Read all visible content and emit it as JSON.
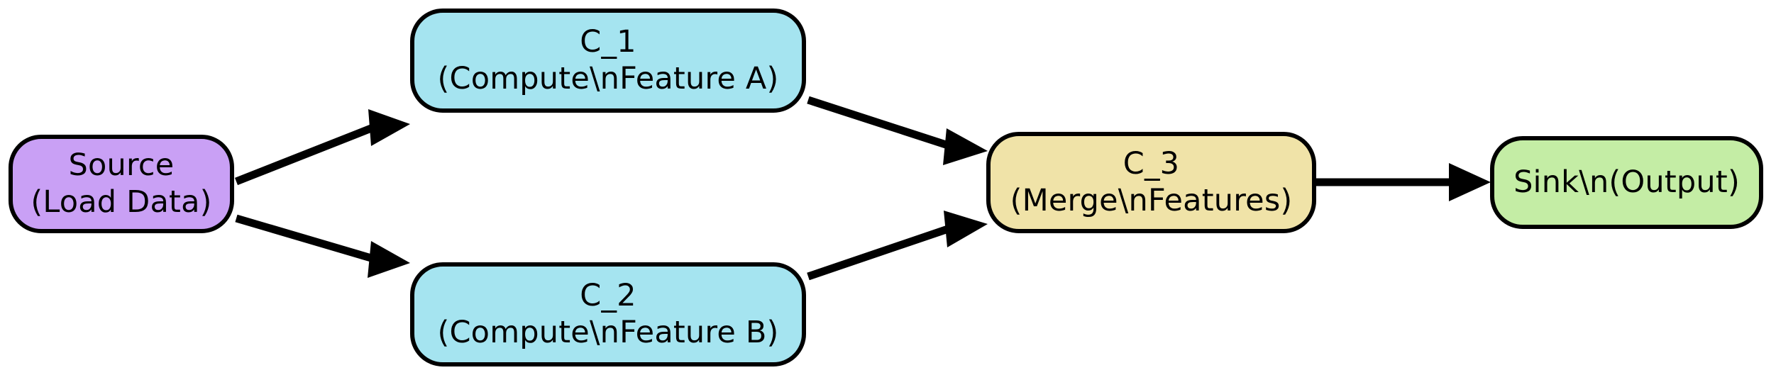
{
  "diagram": {
    "type": "flowchart",
    "orientation": "left-to-right",
    "background_color": "#ffffff",
    "edge_color": "#000000",
    "node_border_color": "#000000",
    "nodes": [
      {
        "id": "source",
        "label_line1": "Source",
        "label_line2": "(Load Data)",
        "fill_color": "#c9a0f5",
        "shape": "rounded-rectangle"
      },
      {
        "id": "c1",
        "label_line1": "C_1",
        "label_line2": "(Compute\\nFeature A)",
        "fill_color": "#a5e4f0",
        "shape": "rounded-rectangle"
      },
      {
        "id": "c2",
        "label_line1": "C_2",
        "label_line2": "(Compute\\nFeature B)",
        "fill_color": "#a5e4f0",
        "shape": "rounded-rectangle"
      },
      {
        "id": "c3",
        "label_line1": "C_3",
        "label_line2": "(Merge\\nFeatures)",
        "fill_color": "#f0e3a8",
        "shape": "rounded-rectangle"
      },
      {
        "id": "sink",
        "label_line1": "Sink\\n(Output)",
        "label_line2": "",
        "fill_color": "#c4eda5",
        "shape": "rounded-rectangle"
      }
    ],
    "edges": [
      {
        "id": "source-to-c1",
        "from": "source",
        "to": "c1",
        "style": "solid",
        "arrowhead": "triangle"
      },
      {
        "id": "source-to-c2",
        "from": "source",
        "to": "c2",
        "style": "solid",
        "arrowhead": "triangle"
      },
      {
        "id": "c1-to-c3",
        "from": "c1",
        "to": "c3",
        "style": "solid",
        "arrowhead": "triangle"
      },
      {
        "id": "c2-to-c3",
        "from": "c2",
        "to": "c3",
        "style": "solid",
        "arrowhead": "triangle"
      },
      {
        "id": "c3-to-sink",
        "from": "c3",
        "to": "sink",
        "style": "solid",
        "arrowhead": "triangle"
      }
    ]
  }
}
